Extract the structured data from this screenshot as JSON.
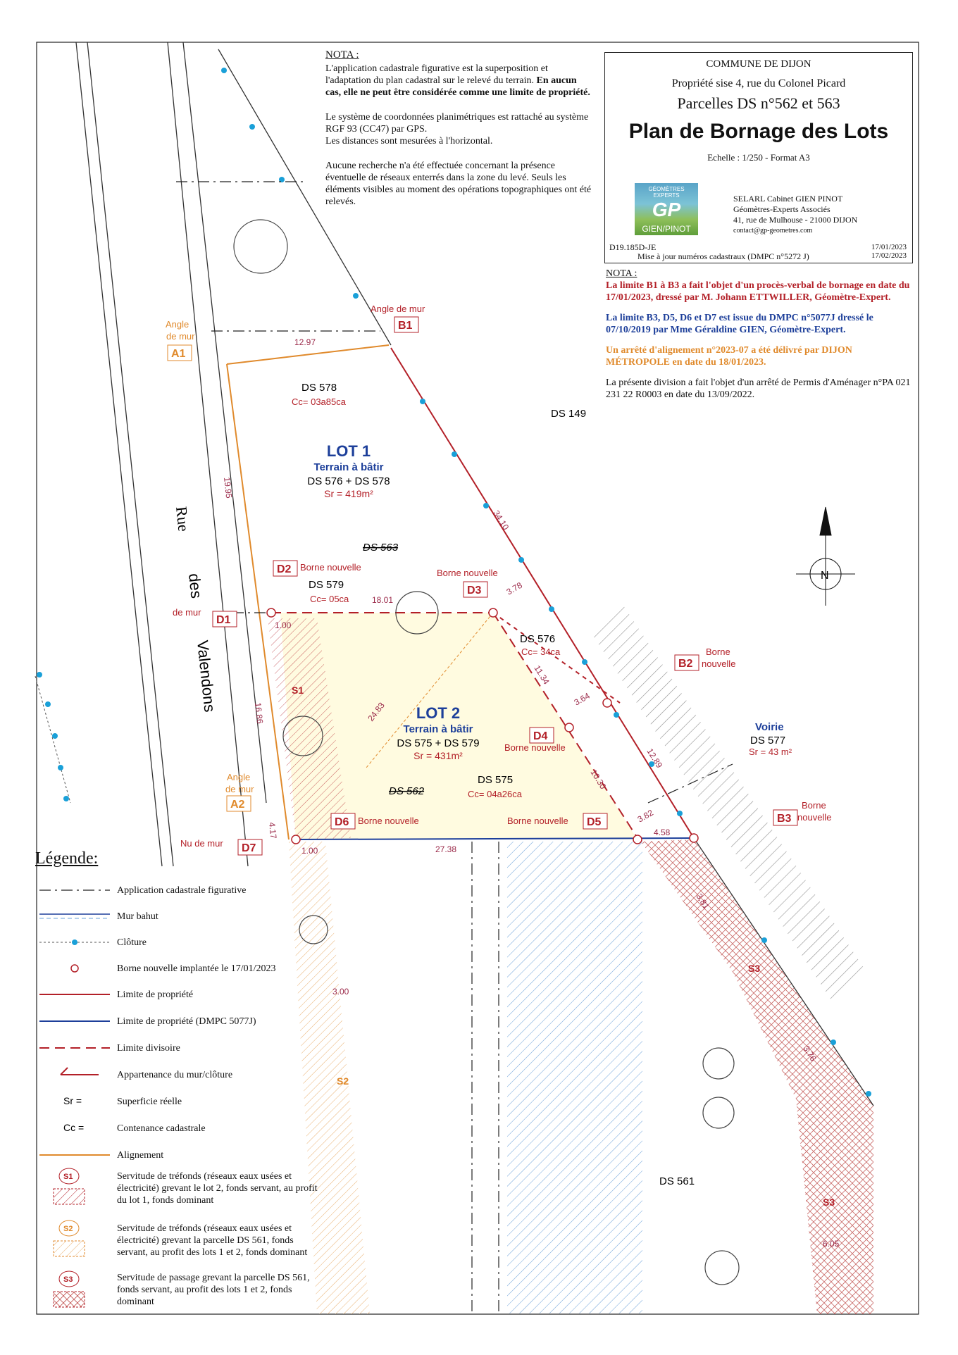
{
  "nota1": {
    "title": "NOTA :",
    "p1_normal": "L'application cadastrale figurative est la superposition et l'adaptation du plan cadastral sur le relevé du terrain.",
    "p1_bold": "En aucun cas, elle ne peut être considérée comme une limite de propriété.",
    "p2": "Le système de coordonnées planimétriques est rattaché au système RGF 93 (CC47) par GPS.",
    "p2b": "Les distances sont mesurées à l'horizontal.",
    "p3": "Aucune recherche n'a été effectuée concernant la présence éventuelle de réseaux enterrés dans la zone du levé. Seuls les éléments visibles au moment des opérations topographiques ont été relevés."
  },
  "cartouche": {
    "commune": "COMMUNE DE DIJON",
    "propriete": "Propriété sise 4, rue du Colonel Picard",
    "parcelles": "Parcelles DS n°562 et 563",
    "title": "Plan de Bornage des Lots",
    "echelle": "Echelle : 1/250 - Format A3",
    "logo_top": "GÉOMÈTRES EXPERTS",
    "logo_mid": "GP",
    "logo_bottom": "GIEN/PINOT",
    "firm_line1": "SELARL Cabinet  GIEN  PINOT",
    "firm_line2": "Géomètres-Experts Associés",
    "firm_line3": "41, rue de Mulhouse - 21000  DIJON",
    "firm_line4": "contact@gp-geometres.com",
    "ref": "D19.185D-JE",
    "maj": "Mise à jour numéros cadastraux (DMPC n°5272 J)",
    "date1": "17/01/2023",
    "date2": "17/02/2023"
  },
  "nota2": {
    "title": "NOTA :",
    "red": "La limite B1 à B3 a fait l'objet d'un procès-verbal de bornage en date du 17/01/2023, dressé par M. Johann ETTWILLER, Géomètre-Expert.",
    "blue": "La limite B3, D5, D6 et D7 est issue du DMPC n°5077J dressé le 07/10/2019 par Mme Géraldine GIEN, Géomètre-Expert.",
    "orange": "Un arrêté d'alignement n°2023-07 a été délivré par DIJON MÉTROPOLE en date du 18/01/2023.",
    "black": "La présente division a fait l'objet d'un arrêté de Permis d'Aménager n°PA 021 231 22 R0003 en date du 13/09/2022."
  },
  "map": {
    "street_w1": "Rue",
    "street_w2": "des",
    "street_w3": "Valendons",
    "lot1": {
      "title": "LOT 1",
      "sub": "Terrain à bâtir",
      "parcels": "DS 576 + DS 578",
      "sr": "Sr = 419m²"
    },
    "lot2": {
      "title": "LOT 2",
      "sub": "Terrain à bâtir",
      "parcels": "DS 575 + DS 579",
      "sr": "Sr = 431m²"
    },
    "ds578": "DS 578",
    "cc578": "Cc= 03a85ca",
    "ds579": "DS 579",
    "cc579": "Cc= 05ca",
    "ds576": "DS 576",
    "cc576": "Cc= 34ca",
    "ds575": "DS 575",
    "cc575": "Cc= 04a26ca",
    "ds563": "DS 563",
    "ds562": "DS 562",
    "ds149": "DS 149",
    "ds561": "DS 561",
    "voirie": "Voirie",
    "ds577": "DS 577",
    "sr577": "Sr = 43 m²",
    "north": "N",
    "angle_mur": "Angle de mur",
    "angle": "Angle",
    "de_mur": "de mur",
    "nu_de_mur": "Nu de mur",
    "borne_nouvelle": "Borne nouvelle",
    "borne": "Borne",
    "nouvelle": "nouvelle",
    "points": {
      "A1": "A1",
      "A2": "A2",
      "B1": "B1",
      "B2": "B2",
      "B3": "B3",
      "D1": "D1",
      "D2": "D2",
      "D3": "D3",
      "D4": "D4",
      "D5": "D5",
      "D6": "D6",
      "D7": "D7"
    },
    "s1": "S1",
    "s2": "S2",
    "s3": "S3",
    "dims": {
      "d1297": "12.97",
      "d1995": "19.95",
      "d3410": "34.10",
      "d1801": "18.01",
      "d378": "3.78",
      "d100a": "1.00",
      "d1686": "16.86",
      "d2483": "24.83",
      "d1134": "11.34",
      "d364": "3.64",
      "d1030": "10.30",
      "d1289": "12.89",
      "d382": "3.82",
      "d458": "4.58",
      "d2738": "27.38",
      "d100b": "1.00",
      "d417": "4.17",
      "d300": "3.00",
      "d381": "3.81",
      "d376": "3.76",
      "d605": "6.05"
    }
  },
  "legend": {
    "title": "Légende:",
    "items": [
      "Application cadastrale figurative",
      "Mur bahut",
      "Clôture",
      "Borne nouvelle implantée le 17/01/2023",
      "Limite de propriété",
      "Limite de propriété (DMPC 5077J)",
      "Limite divisoire",
      "Appartenance du mur/clôture",
      "Superficie réelle",
      "Contenance cadastrale",
      "Alignement"
    ],
    "sr_sym": "Sr =",
    "cc_sym": "Cc =",
    "s1_text": "Servitude de tréfonds (réseaux eaux usées et électricité) grevant le lot 2, fonds servant, au profit du lot 1, fonds dominant",
    "s2_text": "Servitude de tréfonds (réseaux eaux usées et électricité) grevant la parcelle DS 561, fonds servant, au profit des lots 1 et 2, fonds dominant",
    "s3_text": "Servitude de passage grevant la parcelle DS 561, fonds servant, au profit des lots 1 et 2, fonds dominant"
  },
  "colors": {
    "red": "#b32028",
    "blue": "#1d3f9a",
    "orange": "#e08a2c",
    "cyan": "#1aa0d8"
  }
}
